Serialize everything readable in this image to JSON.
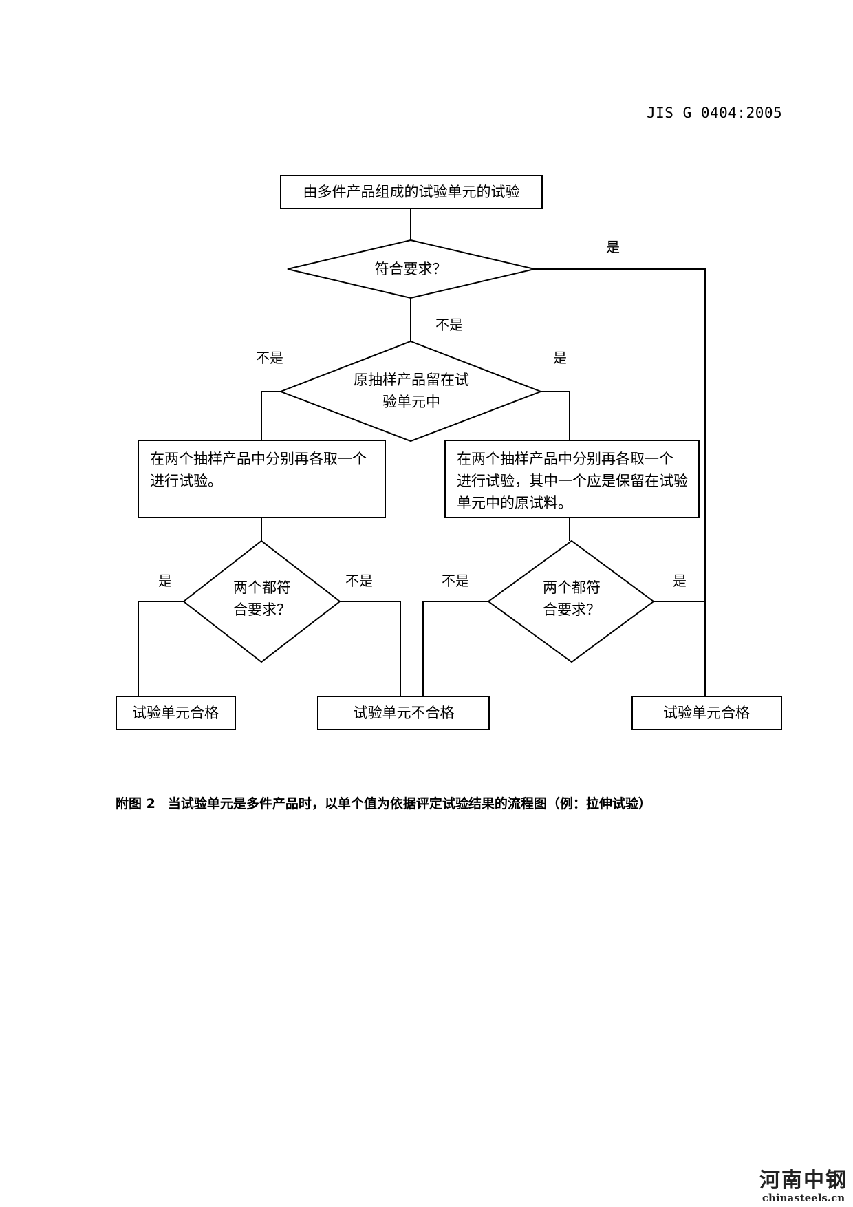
{
  "header": {
    "doc_code": "JIS G 0404:2005"
  },
  "flowchart": {
    "start": "由多件产品组成的试验单元的试验",
    "decision1": "符合要求？",
    "decision1_yes": "是",
    "decision1_no": "不是",
    "decision2": [
      "原抽样产品留在试",
      "验单元中"
    ],
    "decision2_no": "不是",
    "decision2_yes": "是",
    "left_action": [
      "在两个抽样产品中分别再各取一个",
      "进行试验。"
    ],
    "right_action": [
      "在两个抽样产品中分别再各取一个",
      "进行试验，其中一个应是保留在试验",
      "单元中的原试料。"
    ],
    "left_decision": [
      "两个都符",
      "合要求？"
    ],
    "left_decision_yes": "是",
    "left_decision_no": "不是",
    "right_decision": [
      "两个都符",
      "合要求？"
    ],
    "right_decision_no": "不是",
    "right_decision_yes": "是",
    "result_pass_left": "试验单元合格",
    "result_fail": "试验单元不合格",
    "result_pass_right": "试验单元合格"
  },
  "caption": {
    "number": "附图 2",
    "text": "当试验单元是多件产品时，以单个值为依据评定试验结果的流程图（例：拉伸试验）"
  },
  "watermark": {
    "logo": "河南中钢",
    "url": "chinasteels.cn"
  }
}
